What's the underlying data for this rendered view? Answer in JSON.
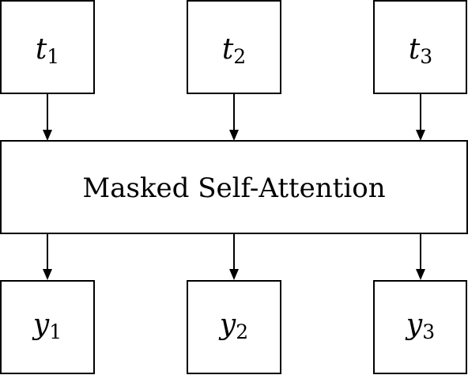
{
  "inputs": [
    {
      "symbol": "t",
      "subscript": "1"
    },
    {
      "symbol": "t",
      "subscript": "2"
    },
    {
      "symbol": "t",
      "subscript": "3"
    }
  ],
  "block": {
    "label": "Masked Self-Attention"
  },
  "outputs": [
    {
      "symbol": "y",
      "subscript": "1"
    },
    {
      "symbol": "y",
      "subscript": "2"
    },
    {
      "symbol": "y",
      "subscript": "3"
    }
  ]
}
